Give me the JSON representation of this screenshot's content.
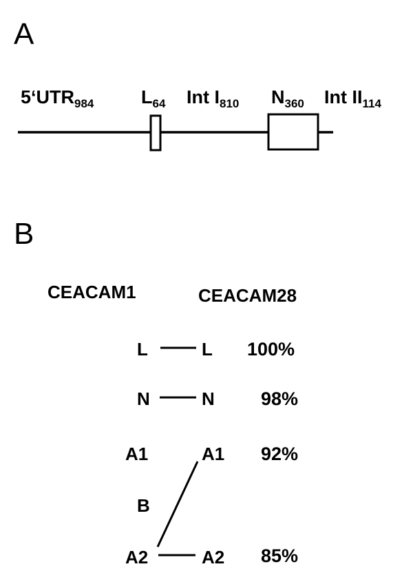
{
  "panel_a": {
    "letter": "A",
    "segments": [
      {
        "name": "5‘UTR",
        "size": "984"
      },
      {
        "name": "L",
        "size": "64"
      },
      {
        "name": "Int I",
        "size": "810"
      },
      {
        "name": "N",
        "size": "360"
      },
      {
        "name": "Int II",
        "size": "114"
      }
    ]
  },
  "panel_b": {
    "letter": "B",
    "left_header": "CEACAM1",
    "right_header": "CEACAM28",
    "rows": [
      {
        "left": "L",
        "right": "L",
        "identity": "100%"
      },
      {
        "left": "N",
        "right": "N",
        "identity": "98%"
      },
      {
        "left": "A1",
        "right": "A1",
        "identity": "92%"
      },
      {
        "left": "B"
      },
      {
        "left": "A2",
        "right": "A2",
        "identity": "85%"
      }
    ]
  }
}
